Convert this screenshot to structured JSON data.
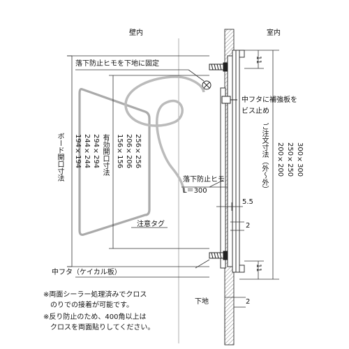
{
  "labels": {
    "wall_inside": "壁内",
    "room_inside": "室内",
    "fall_cord_fix": "落下防止ヒモを下地に固定",
    "inner_lid_screw_1": "中フタに補強板を",
    "inner_lid_screw_2": "ビス止め",
    "fall_cord": "落下防止ヒモ",
    "cord_length": "L＝300",
    "caution_tag": "注意タグ",
    "inner_lid_cal": "中フタ（ケイカル板）",
    "base": "下地",
    "board_opening": "ボード開口寸法",
    "board_sizes": [
      "194×194",
      "244×244",
      "294×294"
    ],
    "effective_opening": "有効開口寸法",
    "effective_sizes": [
      "156×156",
      "206×206",
      "256×256"
    ],
    "order_size": "ご注文寸法（外～外）",
    "order_sizes": [
      "200×200",
      "250×250",
      "300×300"
    ],
    "dim_11_top": "11",
    "dim_5_5": "5.5",
    "dim_2_mid": "2",
    "dim_11_bottom": "11",
    "dim_2_bottom": "2"
  },
  "notes": [
    "※両面シーラー処理済みでクロス",
    "　のりでの接着が可能です。",
    "※反り防止のため、400角以上は",
    "　クロスを両面貼りしてください。"
  ]
}
